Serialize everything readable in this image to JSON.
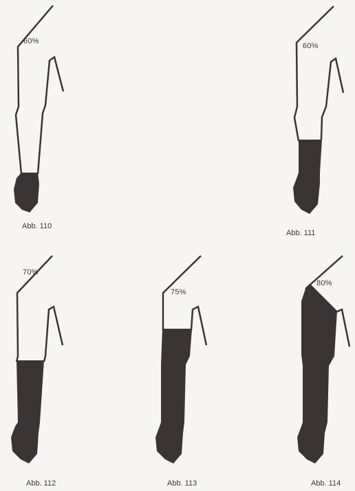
{
  "figures": [
    {
      "caption": "Abb. 110",
      "percent_label": "60%"
    },
    {
      "caption": "Abb. 111",
      "percent_label": "60%"
    },
    {
      "caption": "Abb. 112",
      "percent_label": "70%"
    },
    {
      "caption": "Abb. 113",
      "percent_label": "75%"
    },
    {
      "caption": "Abb. 114",
      "percent_label": "80%"
    }
  ],
  "colors": {
    "ink": "#3a3534",
    "paper": "#f7f5f1"
  }
}
